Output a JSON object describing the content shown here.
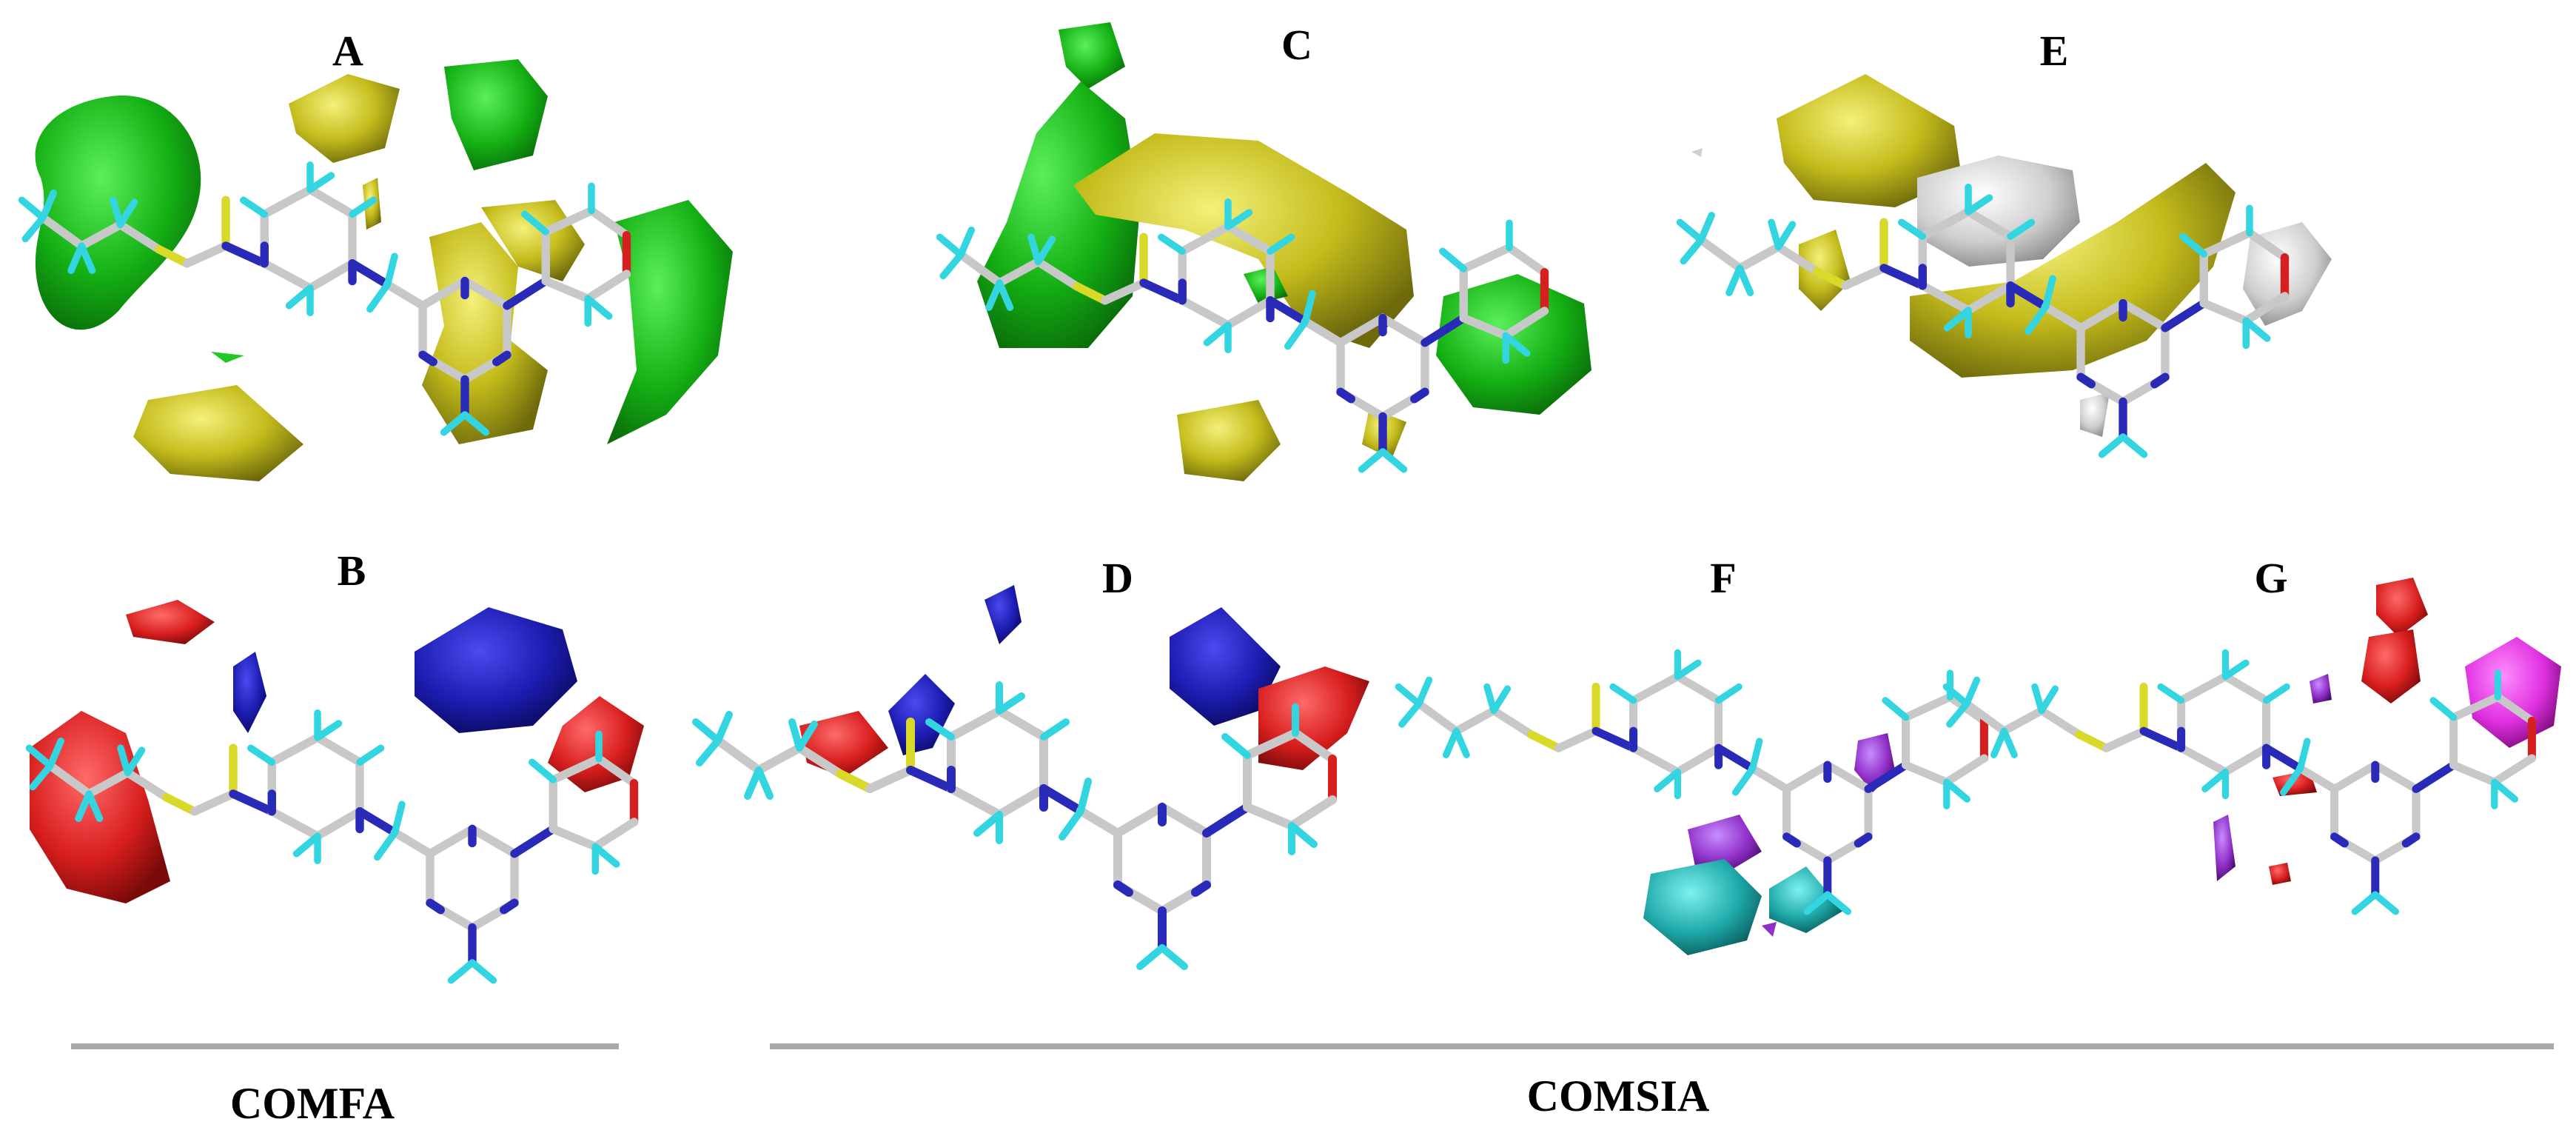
{
  "figure": {
    "panels": [
      {
        "id": "A",
        "label": "A"
      },
      {
        "id": "B",
        "label": "B"
      },
      {
        "id": "C",
        "label": "C"
      },
      {
        "id": "D",
        "label": "D"
      },
      {
        "id": "E",
        "label": "E"
      },
      {
        "id": "F",
        "label": "F"
      },
      {
        "id": "G",
        "label": "G"
      }
    ],
    "groups": {
      "comfa": "COMFA",
      "comsia": "COMSIA"
    }
  },
  "colors": {
    "green_contour": "#12b312",
    "yellow_contour": "#c8c020",
    "blue_contour": "#1c1cb0",
    "red_contour": "#d81e1e",
    "white_contour": "#d8d8d8",
    "cyan_contour": "#1ea8a8",
    "magenta_contour": "#d020d0",
    "purple_contour": "#9030c8",
    "carbon": "#c8c8c8",
    "nitrogen": "#2a2ab8",
    "sulfur": "#d9d92a",
    "oxygen": "#d62020",
    "hydrogen": "#33d6e0",
    "divider": "#a8a8a8"
  }
}
